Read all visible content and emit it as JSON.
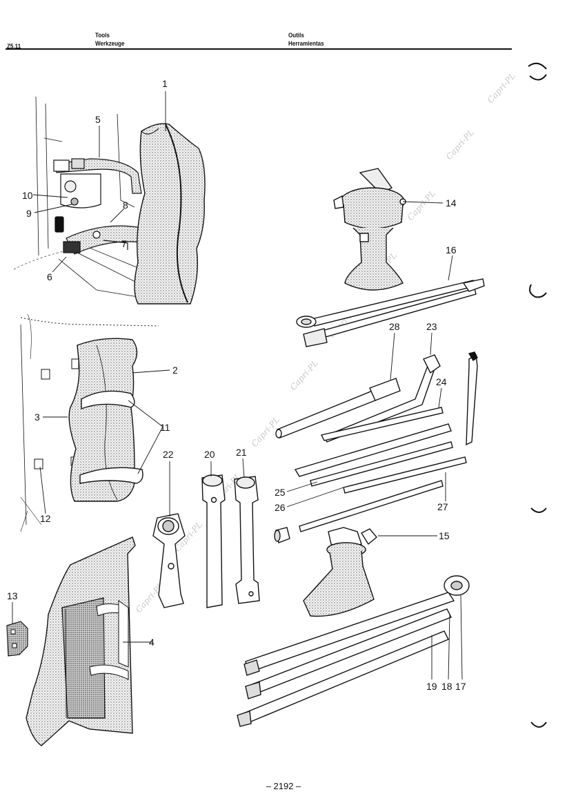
{
  "header": {
    "section": "Z5.11",
    "title_en": "Tools",
    "title_de": "Werkzeuge",
    "title_fr": "Outils",
    "title_es": "Herramientas"
  },
  "callouts": [
    "1",
    "2",
    "3",
    "4",
    "5",
    "6",
    "7",
    "8",
    "9",
    "10",
    "11",
    "12",
    "13",
    "14",
    "15",
    "16",
    "17",
    "18",
    "19",
    "20",
    "21",
    "22",
    "23",
    "24",
    "25",
    "26",
    "27",
    "28"
  ],
  "watermark": "Capri-PL",
  "footer": {
    "page": "– 2192 –"
  }
}
